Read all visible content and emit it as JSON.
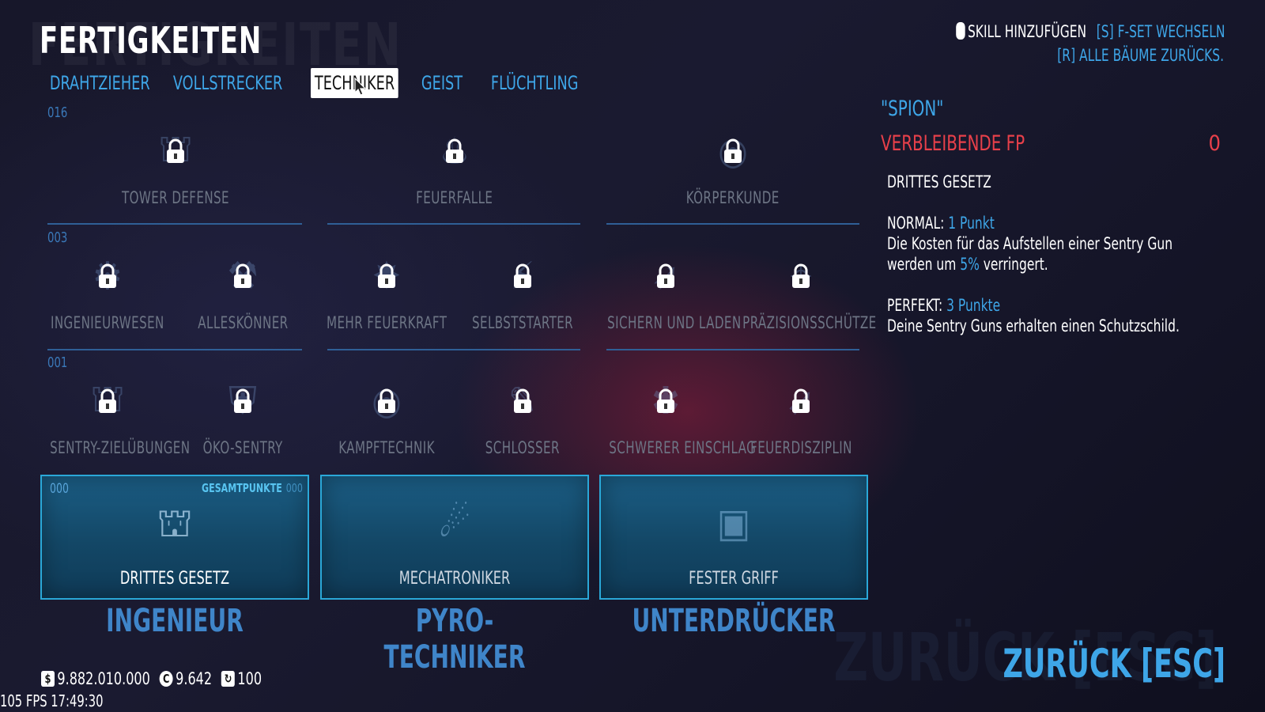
{
  "title": "FERTIGKEITEN",
  "tabs": [
    {
      "label": "DRAHTZIEHER",
      "active": false
    },
    {
      "label": "VOLLSTRECKER",
      "active": false
    },
    {
      "label": "TECHNIKER",
      "active": true
    },
    {
      "label": "GEIST",
      "active": false
    },
    {
      "label": "FLÜCHTLING",
      "active": false
    }
  ],
  "tiers": {
    "t1": "016",
    "t2": "003",
    "t3": "001"
  },
  "skills": {
    "row1": [
      {
        "label": "TOWER DEFENSE",
        "icon": "turret-icon"
      },
      {
        "label": "FEUERFALLE",
        "icon": "fire-trap-icon"
      },
      {
        "label": "KÖRPERKUNDE",
        "icon": "anatomy-icon"
      }
    ],
    "row2": [
      {
        "label": "INGENIEURWESEN",
        "icon": "engineer-icon"
      },
      {
        "label": "ALLESKÖNNER",
        "icon": "jack-of-all-trades-icon"
      },
      {
        "label": "MEHR FEUERKRAFT",
        "icon": "firepower-icon"
      },
      {
        "label": "SELBSTSTARTER",
        "icon": "self-starter-icon"
      },
      {
        "label": "SICHERN UND LADEN",
        "icon": "lock-n-load-icon"
      },
      {
        "label": "PRÄZISIONSSCHÜTZE",
        "icon": "marksman-icon"
      }
    ],
    "row3": [
      {
        "label": "SENTRY-ZIELÜBUNGEN",
        "icon": "sentry-targeting-icon"
      },
      {
        "label": "ÖKO-SENTRY",
        "icon": "eco-sentry-icon"
      },
      {
        "label": "KAMPFTECHNIK",
        "icon": "combat-engineer-icon"
      },
      {
        "label": "SCHLOSSER",
        "icon": "lockpick-icon"
      },
      {
        "label": "SCHWERER EINSCHLAG",
        "icon": "heavy-impact-icon"
      },
      {
        "label": "FEUERDISZIPLIN",
        "icon": "fire-discipline-icon"
      }
    ]
  },
  "specs": [
    {
      "label": "DRITTES GESETZ",
      "tree": "INGENIEUR",
      "selected": true,
      "count": "000",
      "total_label": "GESAMTPUNKTE",
      "total": "000"
    },
    {
      "label": "MECHATRONIKER",
      "tree": "PYRO-TECHNIKER",
      "selected": false
    },
    {
      "label": "FESTER GRIFF",
      "tree": "UNTERDRÜCKER",
      "selected": false
    }
  ],
  "hints": {
    "add": "SKILL HINZUFÜGEN",
    "switch": "[S] F-SET WECHSELN",
    "reset": "[R] ALLE BÄUME ZURÜCKS."
  },
  "panel": {
    "set_name": "\"SPION\"",
    "fp_label": "VERBLEIBENDE FP",
    "fp_value": "0",
    "skill_name": "DRITTES GESETZ",
    "normal_label": "NORMAL:",
    "normal_cost": "1 Punkt",
    "normal_desc_a": "Die Kosten für das Aufstellen einer Sentry Gun",
    "normal_desc_b": "werden um",
    "normal_desc_pct": "5%",
    "normal_desc_c": "verringert.",
    "perfect_label": "PERFEKT:",
    "perfect_cost": "3 Punkte",
    "perfect_desc": "Deine Sentry Guns erhalten einen Schutzschild."
  },
  "back": "ZURÜCK [ESC]",
  "currency": {
    "money": "9.882.010.000",
    "coins": "9.642",
    "level": "100"
  },
  "fps": "105 FPS 17:49:30",
  "colors": {
    "accent": "#3ea6e8",
    "warning": "#e8404a",
    "spec": "#1b5d84"
  }
}
